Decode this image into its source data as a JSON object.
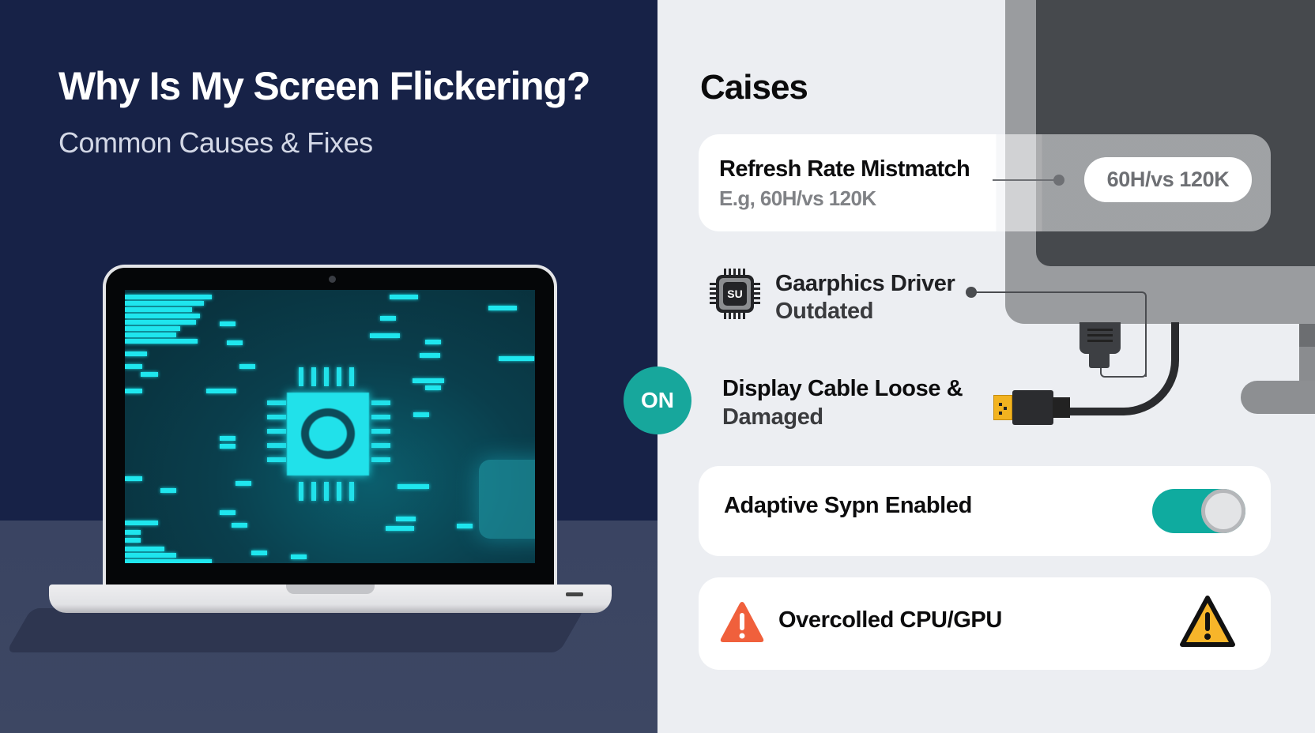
{
  "header": {
    "title": "Why Is My Screen Flickering?",
    "subtitle": "Common Causes & Fixes"
  },
  "badge": {
    "label": "ON",
    "color": "#17a79c"
  },
  "causes": {
    "title": "Caises",
    "items": [
      {
        "name": "Refresh Rate Mistmatch",
        "example": "E.g, 60H/vs 120K",
        "pill": "60H/vs 120K"
      },
      {
        "icon": "chip-icon",
        "icon_label": "SU",
        "line1": "Gaarphics Driver",
        "line2": "Outdated"
      },
      {
        "icon": "usb-cable-icon",
        "line1": "Display Cable Loose &",
        "line2": "Damaged"
      },
      {
        "name": "Adaptive Sypn Enabled",
        "toggle_state": "on",
        "toggle_color": "#0fab9f"
      },
      {
        "name": "Overcolled CPU/GPU",
        "icon_left": "warning-icon-red",
        "icon_right": "warning-icon-yellow"
      }
    ]
  },
  "colors": {
    "left_bg": "#172247",
    "right_bg": "#eceef2",
    "screen_glow": "#1fe6ee",
    "warning_red": "#f0603c",
    "warning_yellow": "#f7b52a"
  }
}
